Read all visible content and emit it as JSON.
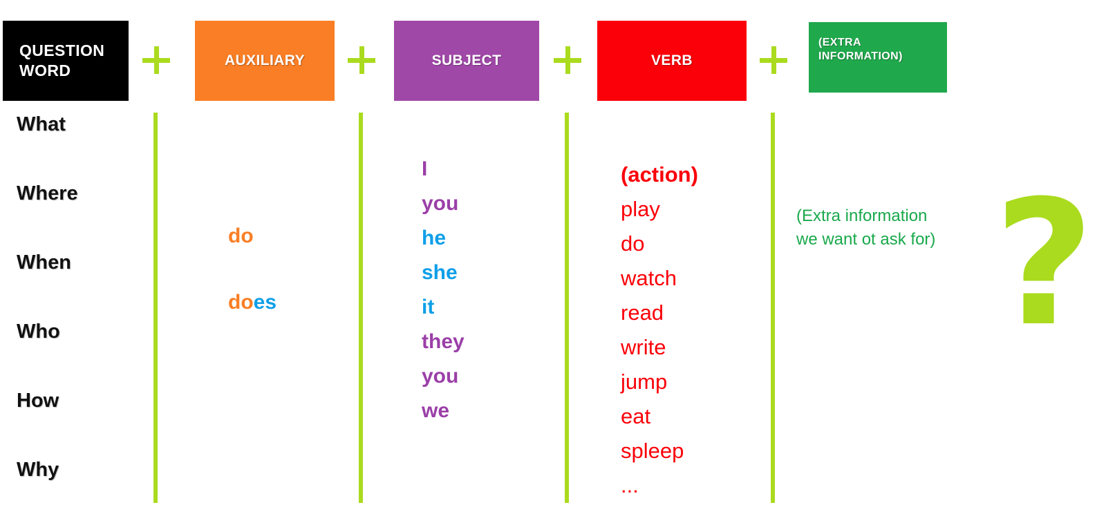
{
  "colors": {
    "question_word_bg": "#000000",
    "auxiliary_bg": "#F97E25",
    "subject_bg": "#A048A8",
    "verb_bg": "#FB0008",
    "extra_bg": "#20A84C",
    "accent_lime": "#AADB1E",
    "blue_text": "#0E9FE8",
    "purple_text": "#9B3FA8",
    "green_text": "#19A84B",
    "red_text": "#FB0008",
    "orange_text": "#F97E25"
  },
  "headers": {
    "question_word": "QUESTION\nWORD",
    "question_word_line1": "QUESTION",
    "question_word_line2": "WORD",
    "auxiliary": "AUXILIARY",
    "subject": "SUBJECT",
    "verb": "VERB",
    "extra_line1": "(EXTRA",
    "extra_line2": "INFORMATION)"
  },
  "plus_symbol": "+",
  "columns": {
    "question_words": [
      "What",
      "Where",
      "When",
      "Who",
      "How",
      "Why"
    ],
    "auxiliaries": [
      {
        "stem": "do",
        "suffix": ""
      },
      {
        "stem": "do",
        "suffix": "es"
      }
    ],
    "subjects": [
      {
        "text": "I",
        "group": "purple"
      },
      {
        "text": "you",
        "group": "purple"
      },
      {
        "text": "he",
        "group": "blue"
      },
      {
        "text": "she",
        "group": "blue"
      },
      {
        "text": "it",
        "group": "blue"
      },
      {
        "text": "they",
        "group": "purple"
      },
      {
        "text": "you",
        "group": "purple"
      },
      {
        "text": "we",
        "group": "purple"
      }
    ],
    "verbs": [
      {
        "text": "(action)",
        "emphasis": true
      },
      {
        "text": "play",
        "emphasis": false
      },
      {
        "text": "do",
        "emphasis": false
      },
      {
        "text": "watch",
        "emphasis": false
      },
      {
        "text": "read",
        "emphasis": false
      },
      {
        "text": "write",
        "emphasis": false
      },
      {
        "text": "jump",
        "emphasis": false
      },
      {
        "text": "eat",
        "emphasis": false
      },
      {
        "text": "spleep",
        "emphasis": false
      },
      {
        "text": "...",
        "emphasis": false
      }
    ],
    "extra_note_line1": "(Extra information",
    "extra_note_line2": "we want ot ask for)"
  },
  "question_mark_glyph": "?"
}
